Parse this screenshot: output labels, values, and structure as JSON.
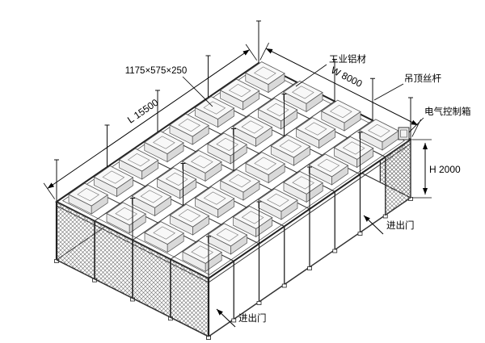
{
  "labels": {
    "unit_dim": "1175×575×250",
    "aluminum": "工业铝材",
    "rod": "吊顶丝杆",
    "control_box": "电气控制箱",
    "length": "L 15500",
    "width": "W 8000",
    "height": "H 2000",
    "door_right": "进出门",
    "door_bottom": "进出门"
  }
}
